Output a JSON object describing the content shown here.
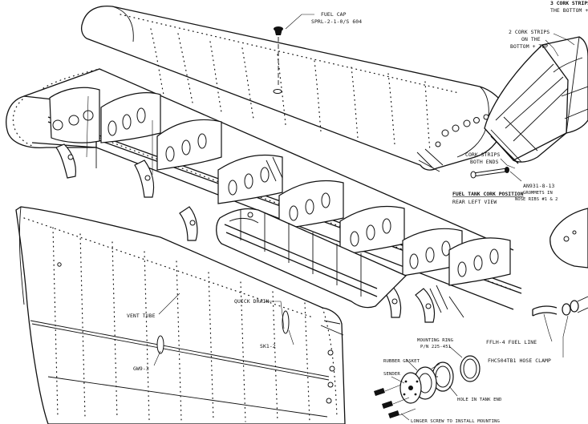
{
  "labels": {
    "cork_strips_top_line1": "3 CORK STRIPS",
    "cork_strips_top_line2": "THE BOTTOM +",
    "cork_strips_2_line1": "2 CORK STRIPS",
    "cork_strips_2_line2": "ON THE",
    "cork_strips_2_line3": "BOTTOM + TOP",
    "fuel_cap_line1": "FUEL CAP",
    "fuel_cap_line2": "SPRL-2-1-0/S 604",
    "cork_strips_ends_line1": "CORK STRIPS",
    "cork_strips_ends_line2": "BOTH ENDS",
    "an_part": "AN931-8-13",
    "grommets_line1": "GROMMETS IN",
    "grommets_line2": "NOSE RIBS #1 & 2",
    "view_title_line1": "FUEL TANK  CORK POSITION",
    "view_title_line2": "REAR LEFT VIEW",
    "quick_drain": "QUICK DRAIN",
    "vent_tube": "VENT TUBE",
    "sk_part": "SK1-2",
    "gw_part": "GW9-3",
    "mounting_ring_line1": "MOUNTING RING",
    "mounting_ring_line2": "P/N 225-451",
    "rubber_gasket": "RUBBER GASKET",
    "sender": "SENDER",
    "hole_in_tank_end": "HOLE IN TANK END",
    "longer_screw": "LONGER SCREW TO INSTALL MOUNTING",
    "fuel_line": "FFLH-4 FUEL LINE",
    "hose_clamp": "FHC504TB1 HOSE CLAMP"
  }
}
